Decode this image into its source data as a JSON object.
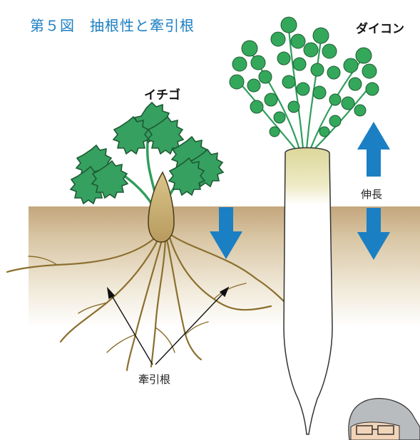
{
  "figure": {
    "title": "第５図　抽根性と牽引根",
    "plants": {
      "strawberry": "イチゴ",
      "radish": "ダイコン"
    },
    "labels": {
      "elongation": "伸長",
      "contractile_roots": "牽引根"
    },
    "arrows": {
      "strawberry_soil": "down",
      "radish_top": "up",
      "radish_soil": "down"
    },
    "colors": {
      "title": "#1b7fc3",
      "arrow": "#1b7fc3",
      "soil_top": "#c2a57c",
      "leaf": "#34a853",
      "root": "#8b6f2e"
    }
  }
}
